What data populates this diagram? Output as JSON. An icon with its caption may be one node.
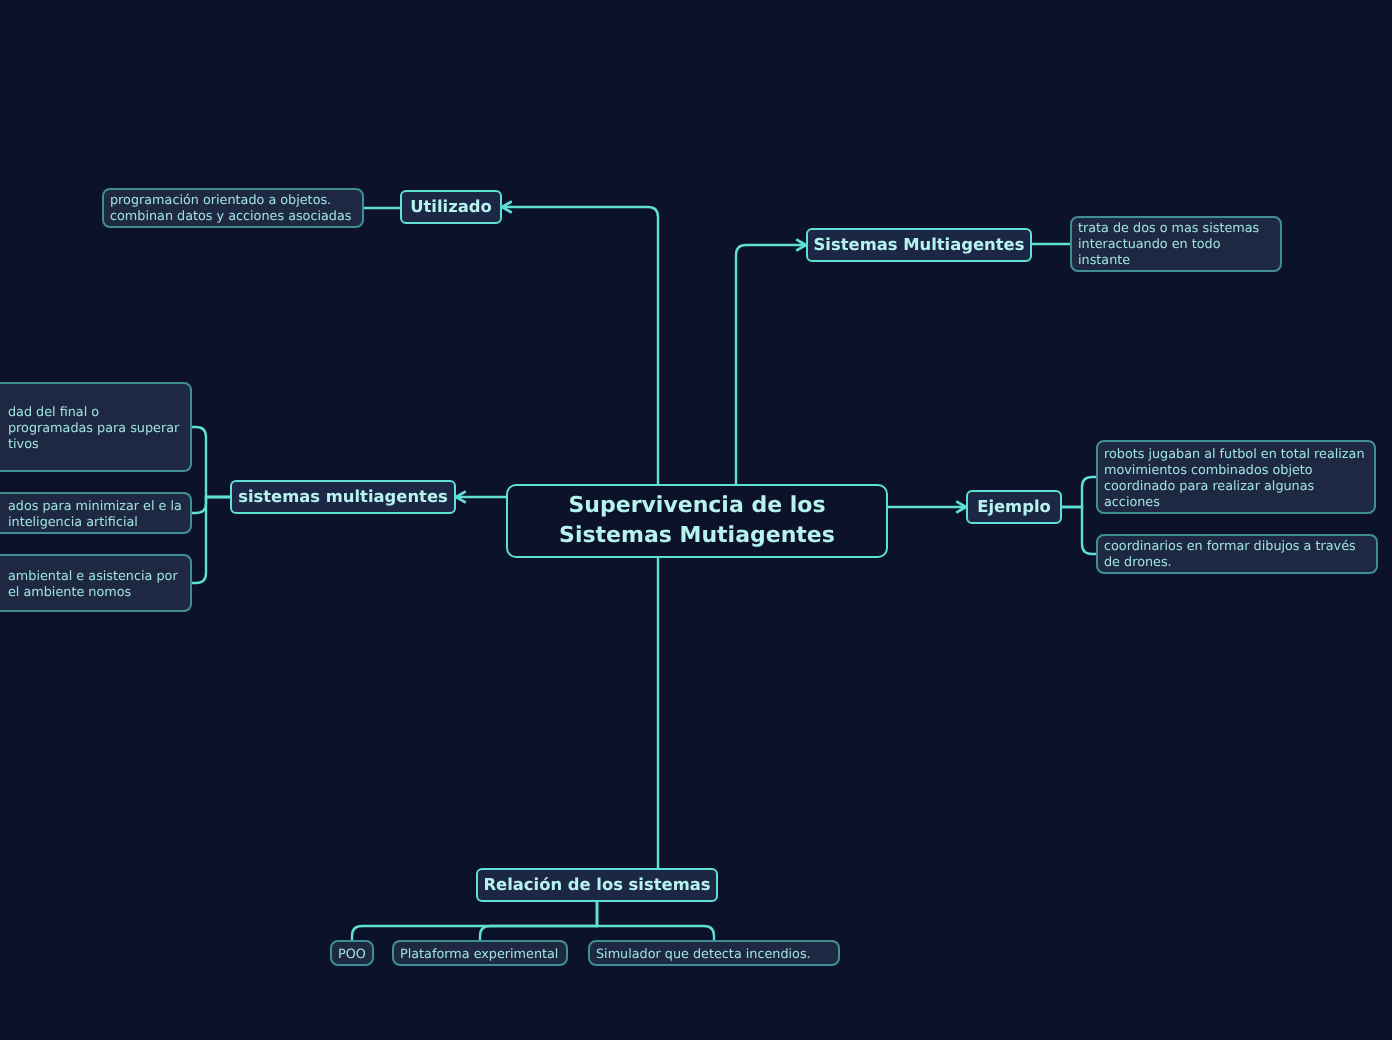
{
  "diagram": {
    "nodes": [
      {
        "text": [
          "Supervivencia de los Sistemas Mutiagentes"
        ]
      },
      {
        "text": [
          "Utilizado"
        ]
      },
      {
        "text": [
          "programación orientado a objetos. combinan datos y acciones asociadas"
        ]
      },
      {
        "text": [
          "Sistemas Multiagentes"
        ]
      },
      {
        "text": [
          "trata de dos o mas sistemas interactuando en todo instante"
        ]
      },
      {
        "text": [
          "sistemas multiagentes"
        ]
      },
      {
        "text": [
          "dad del final o programadas para superar tivos"
        ]
      },
      {
        "text": [
          "ados para minimizar el e la inteligencia artificial"
        ]
      },
      {
        "text": [
          "ambiental e asistencia por el ambiente nomos"
        ]
      },
      {
        "text": [
          "Ejemplo"
        ]
      },
      {
        "text": [
          "robots jugaban al futbol en total realizan movimientos combinados objeto coordinado para realizar algunas acciones"
        ]
      },
      {
        "text": [
          "coordinarios en formar dibujos a través de drones."
        ]
      },
      {
        "text": [
          "Relación de los sistemas"
        ]
      },
      {
        "text": [
          "POO"
        ]
      },
      {
        "text": [
          "Plataforma experimental"
        ]
      },
      {
        "text": [
          "Simulador que detecta incendios."
        ]
      }
    ],
    "edges": [
      {
        "from": 0,
        "to": 1,
        "arrow": "to"
      },
      {
        "from": 0,
        "to": 3,
        "arrow": "to"
      },
      {
        "from": 0,
        "to": 5,
        "arrow": "to"
      },
      {
        "from": 0,
        "to": 9,
        "arrow": "to"
      },
      {
        "from": 0,
        "to": 12,
        "arrow": "none"
      },
      {
        "from": 1,
        "to": 2,
        "arrow": "none"
      },
      {
        "from": 3,
        "to": 4,
        "arrow": "none"
      },
      {
        "from": 5,
        "to": 6,
        "arrow": "none"
      },
      {
        "from": 5,
        "to": 7,
        "arrow": "none"
      },
      {
        "from": 5,
        "to": 8,
        "arrow": "none"
      },
      {
        "from": 9,
        "to": 10,
        "arrow": "none"
      },
      {
        "from": 9,
        "to": 11,
        "arrow": "none"
      },
      {
        "from": 12,
        "to": 13,
        "arrow": "none"
      },
      {
        "from": 12,
        "to": 14,
        "arrow": "none"
      },
      {
        "from": 12,
        "to": 15,
        "arrow": "none"
      }
    ]
  }
}
